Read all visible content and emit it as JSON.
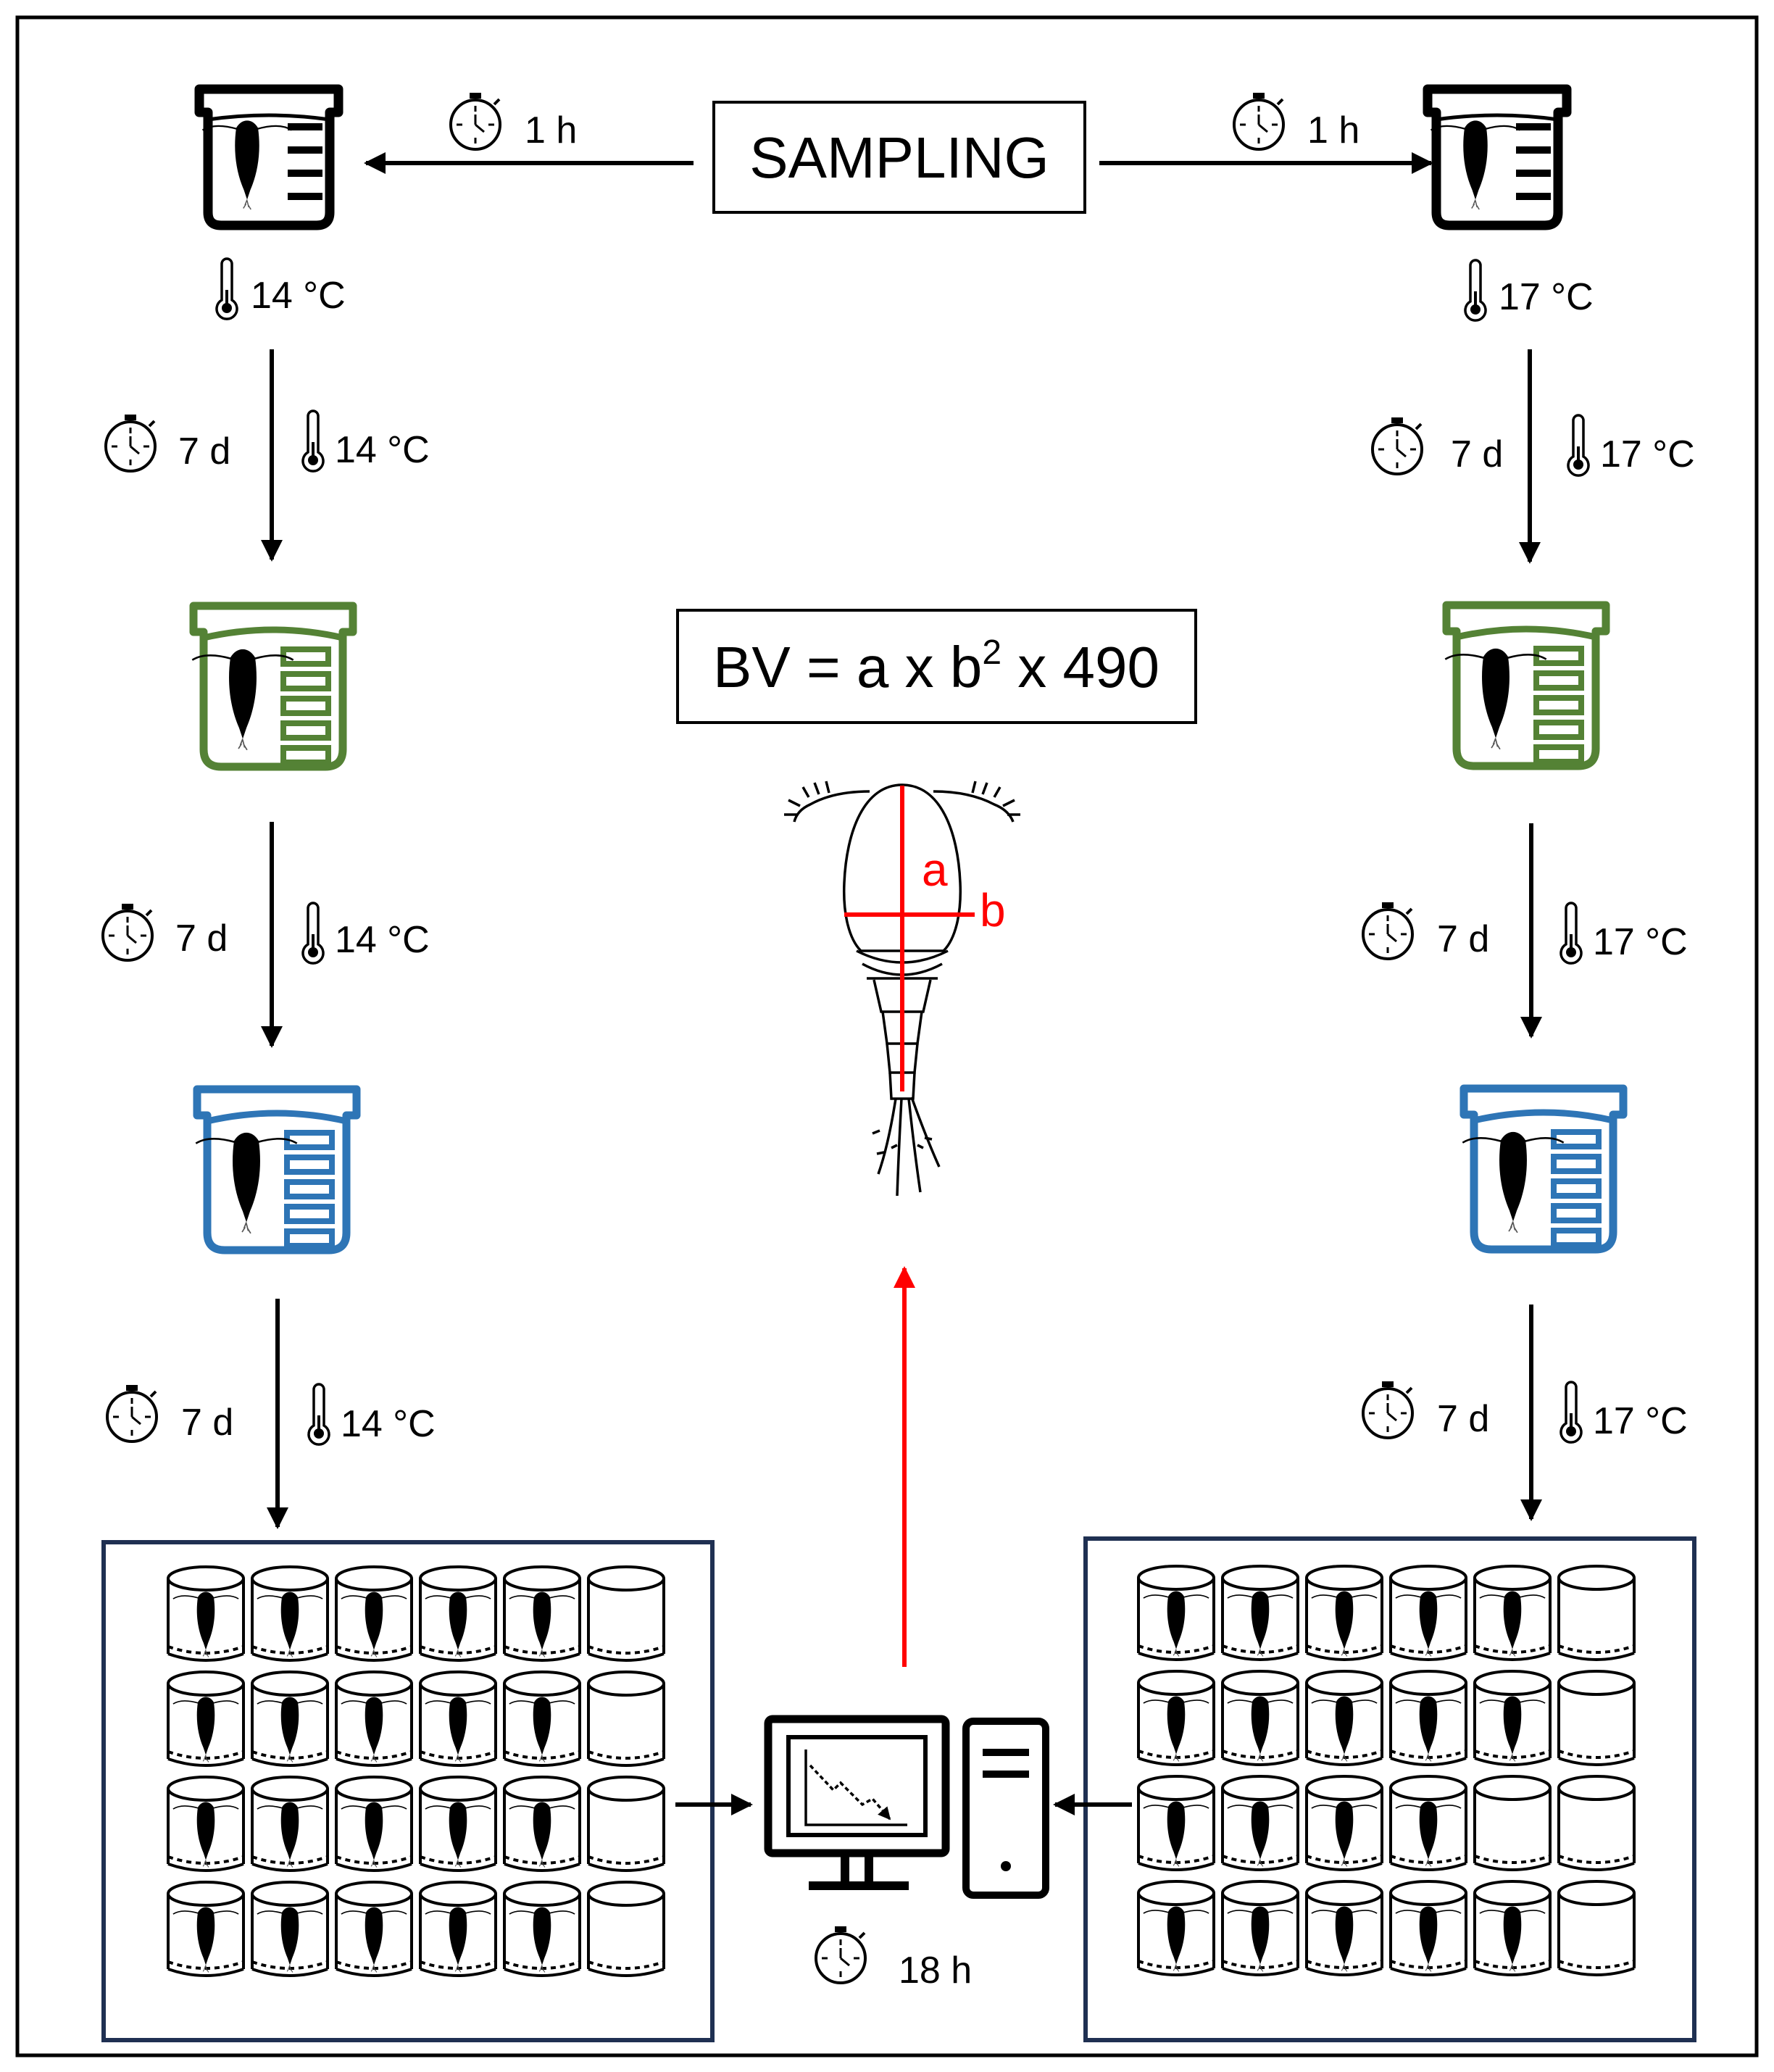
{
  "sampling": {
    "label": "SAMPLING",
    "left_time": "1 h",
    "right_time": "1 h"
  },
  "left": {
    "initial_temp": "14 °C",
    "step1": {
      "time": "7 d",
      "temp": "14 °C"
    },
    "step2": {
      "time": "7 d",
      "temp": "14 °C"
    },
    "step3": {
      "time": "7 d",
      "temp": "14 °C"
    }
  },
  "right": {
    "initial_temp": "17 °C",
    "step1": {
      "time": "7 d",
      "temp": "17 °C"
    },
    "step2": {
      "time": "7 d",
      "temp": "17 °C"
    },
    "step3": {
      "time": "7 d",
      "temp": "17 °C"
    }
  },
  "formula": {
    "lhs": "BV = a x b",
    "exp": "2",
    "rhs": " x 490"
  },
  "copepod": {
    "label_a": "a",
    "label_b": "b"
  },
  "computer": {
    "time": "18 h"
  },
  "wells": {
    "left_empty_column": 6,
    "right_empty_column": 6,
    "right_extra_empty": [
      [
        3,
        5
      ]
    ]
  },
  "colors": {
    "frame": "#000000",
    "panel_border": "#1f3052",
    "green": "#548235",
    "blue": "#2e75b6",
    "measure": "#ff0000"
  }
}
